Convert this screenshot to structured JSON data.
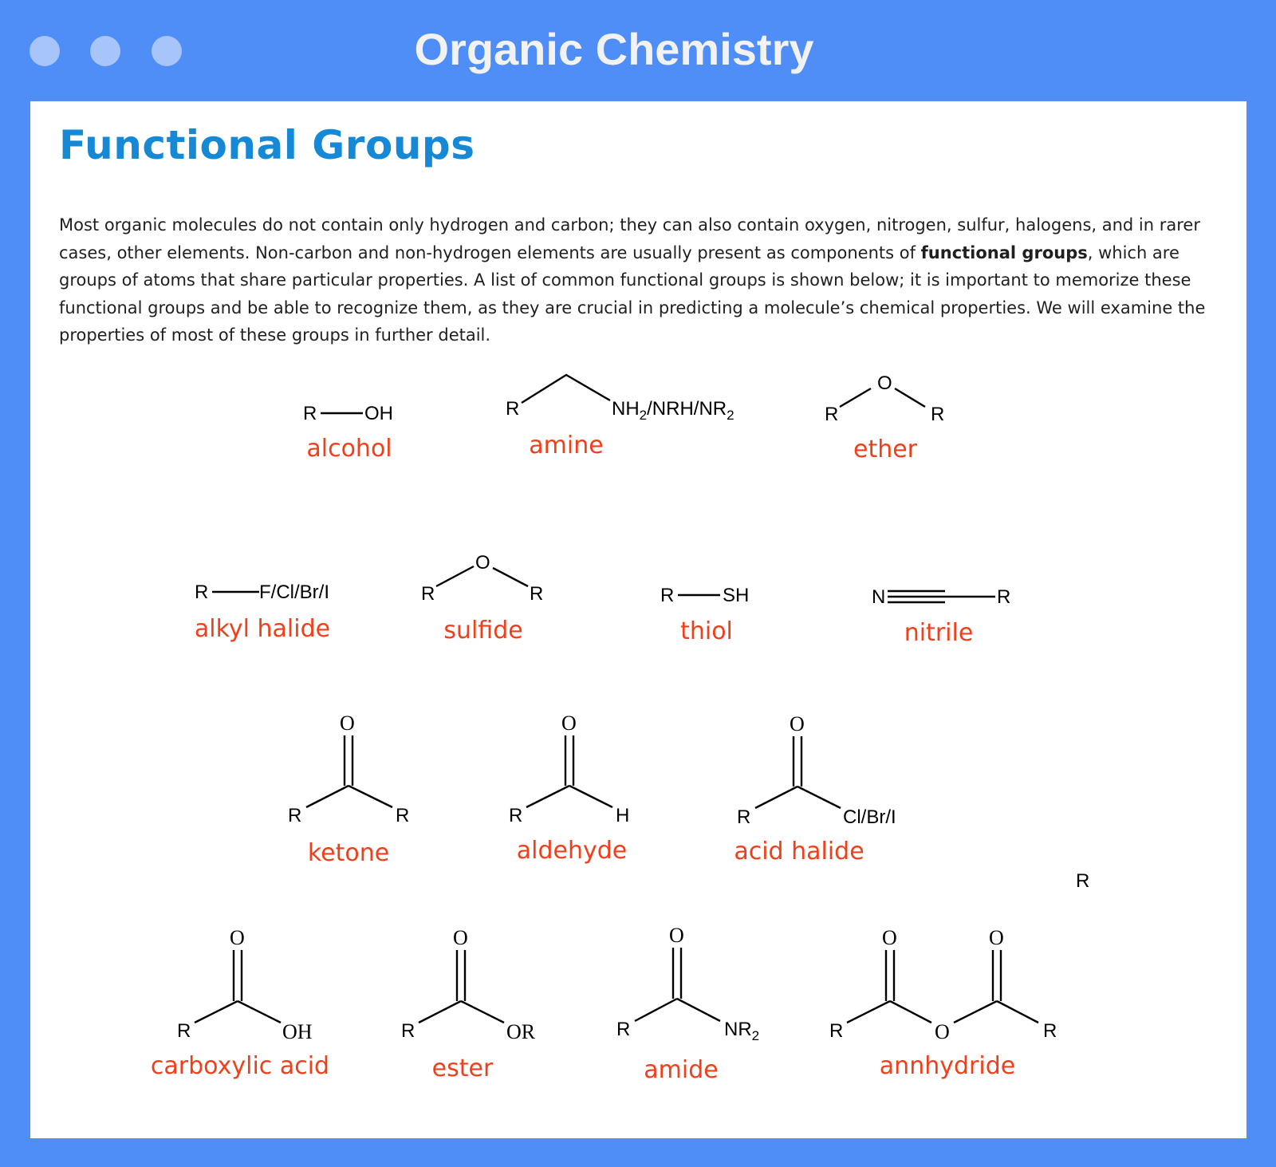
{
  "window": {
    "title": "Organic Chemistry",
    "controls": [
      "window-dot",
      "window-dot",
      "window-dot"
    ]
  },
  "content": {
    "heading": "Functional Groups",
    "intro_before": "Most organic molecules do not contain only hydrogen and carbon; they can also contain oxygen, nitrogen, sulfur, halogens, and in rarer cases, other elements. Non-carbon and non-hydrogen elements are usually present as components of ",
    "intro_bold": "functional groups",
    "intro_after": ", which are groups of atoms that share particular properties. A list of common functional groups is shown below; it is important to memorize these functional groups and be able to recognize them, as they are crucial in predicting a molecule’s chemical properties. We will examine the properties of most of these groups in further detail."
  },
  "groups": {
    "alcohol": {
      "name": "alcohol",
      "r": "R",
      "oh": "OH"
    },
    "amine": {
      "name": "amine",
      "r": "R",
      "n1": "NH",
      "sub1": "2",
      "n2": "/NRH/NR",
      "sub2": "2"
    },
    "ether": {
      "name": "ether",
      "r1": "R",
      "o": "O",
      "r2": "R"
    },
    "alkyl_halide": {
      "name": "alkyl halide",
      "r": "R",
      "x": "F/Cl/Br/I"
    },
    "sulfide": {
      "name": "sulfide",
      "r1": "R",
      "o": "O",
      "r2": "R"
    },
    "thiol": {
      "name": "thiol",
      "r": "R",
      "sh": "SH"
    },
    "nitrile": {
      "name": "nitrile",
      "n": "N",
      "r": "R"
    },
    "ketone": {
      "name": "ketone",
      "o": "O",
      "r1": "R",
      "r2": "R"
    },
    "aldehyde": {
      "name": "aldehyde",
      "o": "O",
      "r": "R",
      "h": "H"
    },
    "acid_halide": {
      "name": "acid halide",
      "o": "O",
      "r": "R",
      "x": "Cl/Br/I"
    },
    "stray_r": "R",
    "carboxylic_acid": {
      "name": "carboxylic acid",
      "o": "O",
      "r": "R",
      "oh": "OH"
    },
    "ester": {
      "name": "ester",
      "o": "O",
      "r": "R",
      "or": "OR"
    },
    "amide": {
      "name": "amide",
      "o": "O",
      "r": "R",
      "n": "NR",
      "sub": "2"
    },
    "anhydride": {
      "name": "annhydride",
      "o1": "O",
      "o2": "O",
      "r1": "R",
      "o_bridge": "O",
      "r2": "R"
    }
  }
}
